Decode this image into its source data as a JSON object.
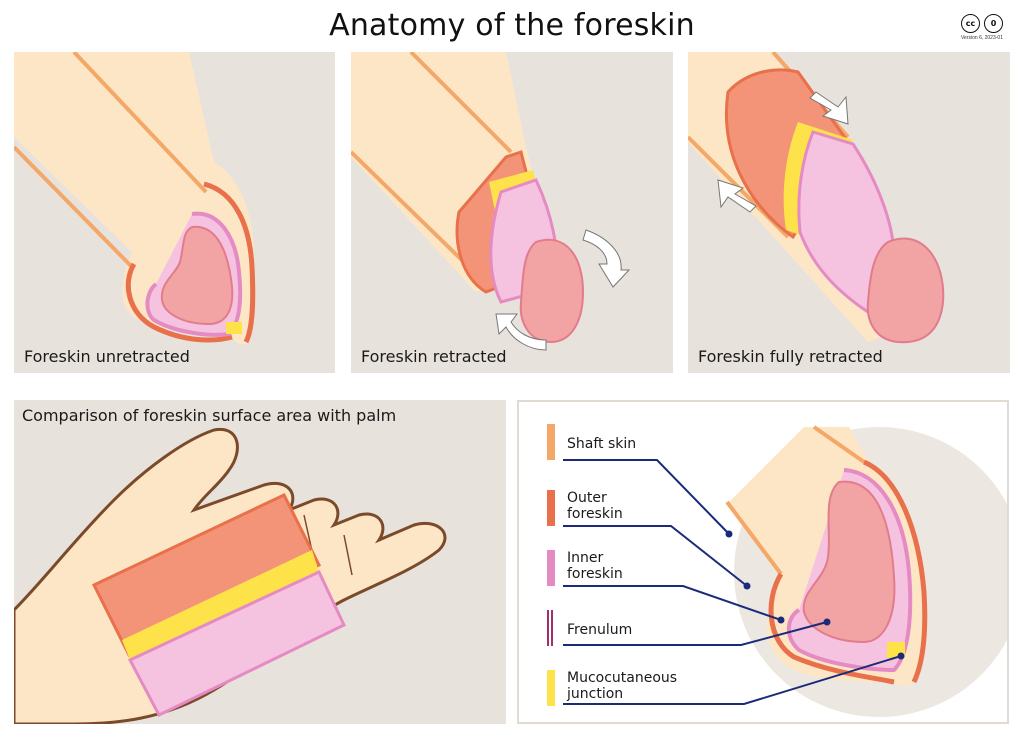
{
  "title": "Anatomy of the foreskin",
  "license": {
    "badge_cc": "cc",
    "badge_zero": "0",
    "version": "Version 6, 2023-01"
  },
  "panels": {
    "unretracted": {
      "caption": "Foreskin unretracted"
    },
    "retracted": {
      "caption": "Foreskin retracted"
    },
    "fully_retracted": {
      "caption": "Foreskin fully retracted"
    },
    "palm": {
      "caption": "Comparison of foreskin surface area with palm"
    }
  },
  "legend": {
    "items": [
      {
        "line1": "Shaft skin",
        "line2": "",
        "color": "#f4a868",
        "shape": "bar"
      },
      {
        "line1": "Outer",
        "line2": "foreskin",
        "color": "#e8704a",
        "shape": "bar"
      },
      {
        "line1": "Inner",
        "line2": "foreskin",
        "color": "#e58bc4",
        "shape": "bar"
      },
      {
        "line1": "Frenulum",
        "line2": "",
        "color": "#a0306a",
        "shape": "double-line"
      },
      {
        "line1": "Mucocutaneous",
        "line2": "junction",
        "color": "#fde24a",
        "shape": "bar"
      }
    ],
    "leader_color": "#1b2b7a"
  },
  "colors": {
    "background_panel": "#e8e2dc",
    "shaft_skin_fill": "#fde6c6",
    "shaft_skin_edge": "#f4a868",
    "outer_foreskin": "#e8704a",
    "outer_foreskin_fill": "#f39378",
    "inner_foreskin": "#e58bc4",
    "inner_foreskin_fill": "#f5c3e0",
    "glans": "#f2a3a3",
    "glans_dark": "#e27c8c",
    "mucocutaneous": "#fde24a",
    "arrow_fill": "#ffffff"
  }
}
